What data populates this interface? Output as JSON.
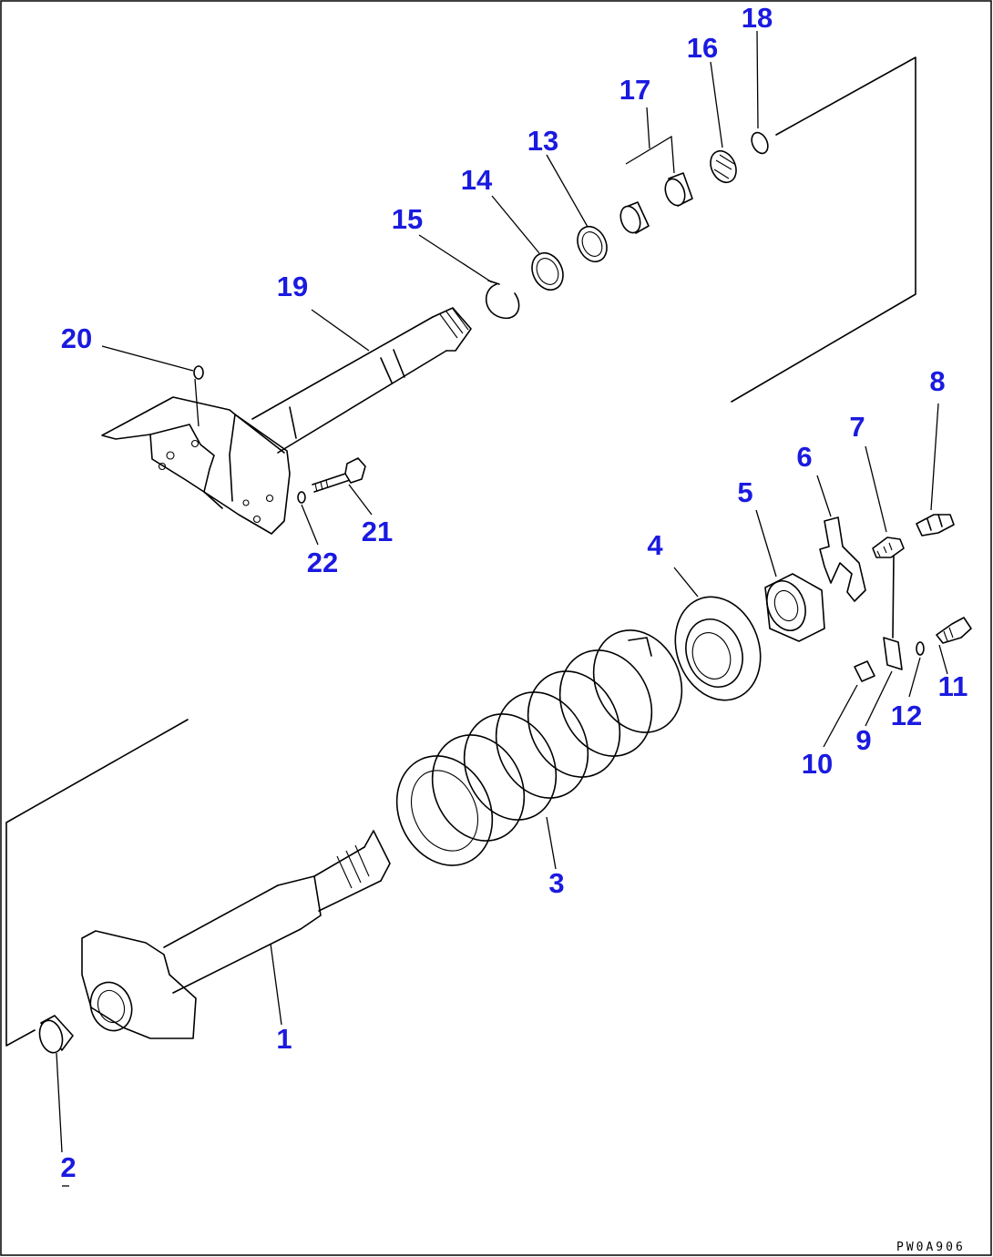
{
  "figure": {
    "code": "PW0A906",
    "labels": {
      "p1": "1",
      "p2": "2",
      "p3": "3",
      "p4": "4",
      "p5": "5",
      "p6": "6",
      "p7": "7",
      "p8": "8",
      "p9": "9",
      "p10": "10",
      "p11": "11",
      "p12": "12",
      "p13": "13",
      "p14": "14",
      "p15": "15",
      "p16": "16",
      "p17": "17",
      "p18": "18",
      "p19": "19",
      "p20": "20",
      "p21": "21",
      "p22": "22"
    }
  }
}
